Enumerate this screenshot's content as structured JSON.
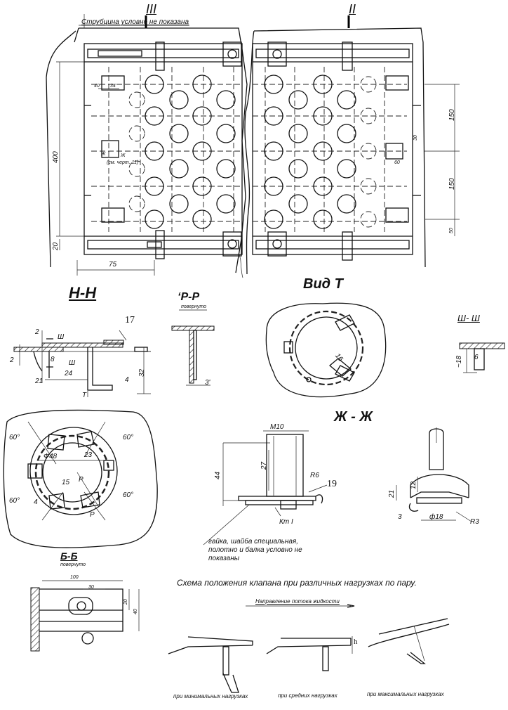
{
  "plan": {
    "section_left": "III",
    "section_right": "II",
    "note_clamp": "Струбцина условно не показана",
    "note_ref": "(см. черт. 11)",
    "letter_zh_a": "Ж",
    "letter_zh_b": "Ж",
    "dim_400": "400",
    "dim_20": "20",
    "dim_75": "75",
    "dim_40": "40",
    "dim_34": "34",
    "dim_150a": "150",
    "dim_150b": "150",
    "dim_30": "30",
    "dim_60": "60",
    "dim_50": "50"
  },
  "section_nn": {
    "title": "Н-Н",
    "ref_17": "17",
    "dim_2a": "2",
    "dim_2b": "2",
    "dim_8": "8",
    "dim_24": "24",
    "dim_21": "21",
    "dim_32": "32",
    "dim_4": "4",
    "letter_sh_a": "Ш",
    "letter_sh_b": "Ш",
    "letter_t": "Т"
  },
  "section_pp": {
    "title": "‘Р-Р",
    "subtitle": "повернуто",
    "dim_3": "3'"
  },
  "view_t": {
    "title": "Вид Т",
    "dim_16": "16"
  },
  "section_shsh": {
    "title": "Ш- Ш",
    "dim_18": "~18",
    "dim_6": "6"
  },
  "valve_plan": {
    "angle_tl": "60°",
    "angle_tr": "60°",
    "angle_bl": "60°",
    "angle_br": "60°",
    "dim_48": "Ф48",
    "dim_23": "23",
    "dim_15": "15",
    "dim_4": "4",
    "letter_p_a": "Р",
    "letter_p_b": "Р"
  },
  "section_zhzh": {
    "title": "Ж - Ж",
    "dim_m10": "M10",
    "dim_44": "44",
    "dim_27": "27",
    "dim_r6": "R6",
    "ref_19": "19",
    "kt": "Кт I",
    "note_line1": "гайка, шайба специальная,",
    "note_line2": "полотно и балка условно не",
    "note_line3": "показаны",
    "dim_21": "21",
    "dim_12": "12",
    "dim_3": "3",
    "dim_18": "ф18",
    "dim_r3": "R3"
  },
  "section_bb": {
    "title": "Б-Б",
    "subtitle": "повернуто",
    "dim_100": "100",
    "dim_30": "30",
    "dim_20": "20",
    "dim_40": "40"
  },
  "scheme": {
    "title": "Схема положения клапана при различных нагрузках по пару.",
    "flow": "Направление потока жидкости",
    "h": "h",
    "min": "при минимальных нагрузках",
    "mid": "при средних нагрузках",
    "max": "при максимальных нагрузках"
  }
}
